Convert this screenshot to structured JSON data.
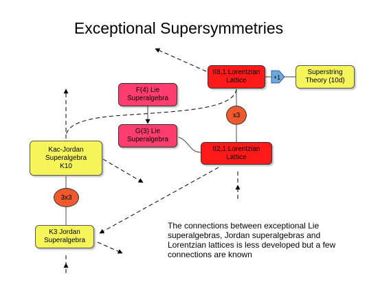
{
  "title": "Exceptional Supersymmetries",
  "nodes": {
    "ii81": "II8,1 Lorentzian\nLattice",
    "superstring": "Superstring\nTheory (10d)",
    "f4": "F(4) Lie\nSuperalgebra",
    "g3": "G(3) Lie\nSuperalgebra",
    "ii21": "II2,1 Lorentzian\nLattice",
    "kac_jordan": "Kac-Jordan\nSuperalgebra\nK10",
    "k3": "K3 Jordan\nSuperalgebra"
  },
  "operators": {
    "x3": "x3",
    "three_x3": "3x3",
    "plus1": "+1"
  },
  "note": "The connections between exceptional Lie superalgebras, Jordan superalgebras and Lorentzian lattices is less developed but a few connections are known",
  "colors": {
    "lattice": "#ff1a1a",
    "lie_superalgebra": "#ff3d6e",
    "jordan": "#f5f55a",
    "operator": "#ee5a2e",
    "plus_marker": "#6fa8dc"
  }
}
